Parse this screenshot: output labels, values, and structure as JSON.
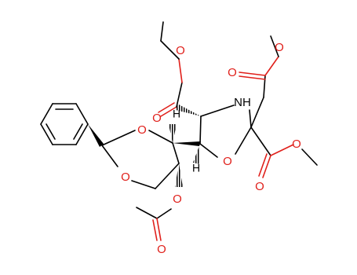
{
  "molecule": {
    "atom_labels": {
      "oxygen": "O",
      "nitrogen_h": "NH",
      "hydrogen": "H"
    },
    "colors": {
      "bond": "#000000",
      "oxygen": "#e0201b",
      "nitrogen": "#000000",
      "background": "#ffffff"
    }
  }
}
